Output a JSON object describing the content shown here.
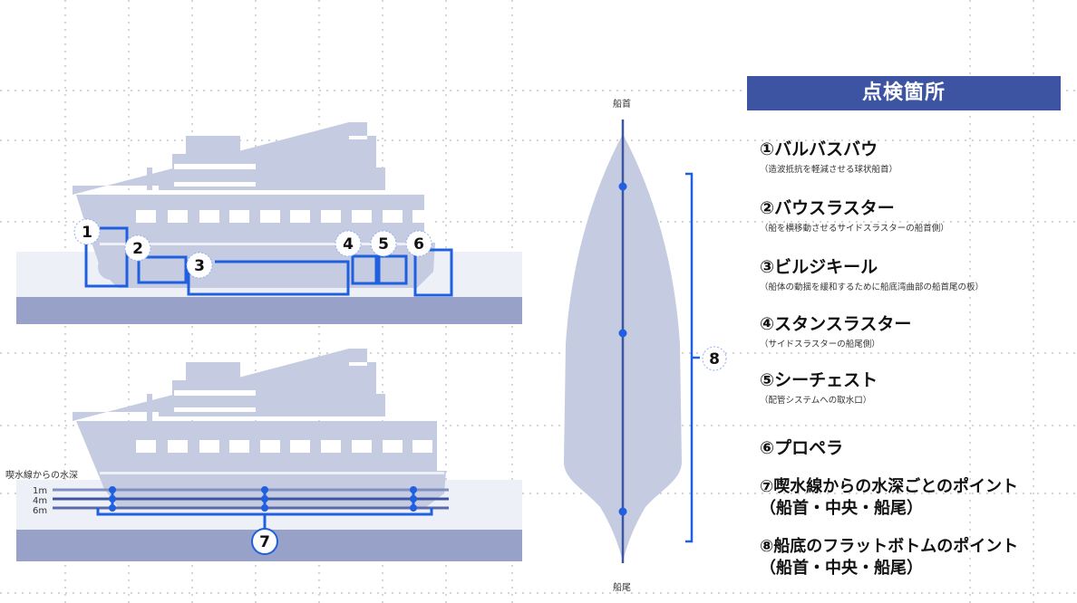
{
  "panel": {
    "title": "点検箇所",
    "items": [
      {
        "label": "①バルバスバウ",
        "sub": "（造波抵抗を軽減させる球状船首）"
      },
      {
        "label": "②バウスラスター",
        "sub": "（船を横移動させるサイドスラスターの船首側）"
      },
      {
        "label": "③ビルジキール",
        "sub": "（船体の動揺を緩和するために船底湾曲部の船首尾の板）"
      },
      {
        "label": "④スタンスラスター",
        "sub": "（サイドスラスターの船尾側）"
      },
      {
        "label": "⑤シーチェスト",
        "sub": "（配管システムへの取水口）"
      },
      {
        "label": "⑥プロペラ",
        "sub": ""
      },
      {
        "label": "⑦喫水線からの水深ごとのポイント",
        "sub": "（船首・中央・船尾）"
      },
      {
        "label": "⑧船底のフラットボトムのポイント",
        "sub": "（船首・中央・船尾）"
      }
    ]
  },
  "side_view_markers": [
    "1",
    "2",
    "3",
    "4",
    "5",
    "6"
  ],
  "depth_view": {
    "caption": "喫水線からの水深",
    "depths": [
      "1m",
      "4m",
      "6m"
    ],
    "marker": "7"
  },
  "plan_view": {
    "bow_label": "船首",
    "stern_label": "船尾",
    "marker": "8"
  },
  "colors": {
    "ship": "#c5cbe0",
    "sea_bottom": "#98a2c8",
    "water": "#eef0f7",
    "accent": "#1f5fe0",
    "title_bg": "#3d54a3"
  }
}
